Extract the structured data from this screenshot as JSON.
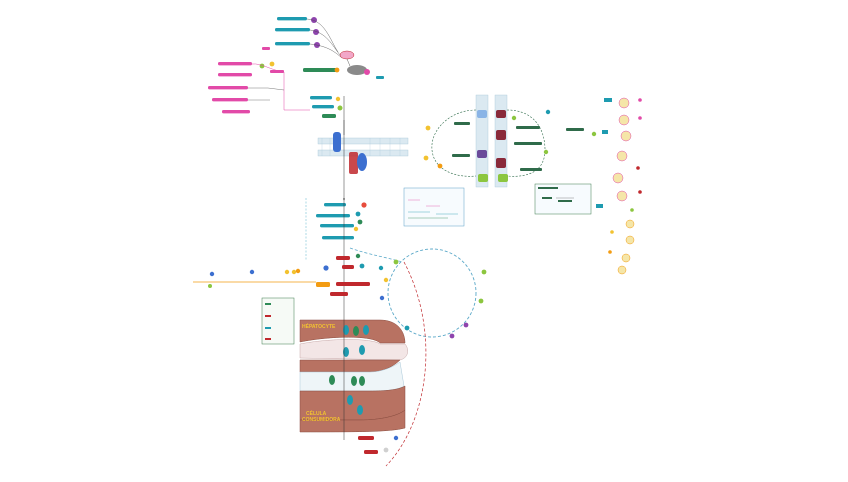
{
  "labels": {
    "hepatocyte": "HÉPATOCYTE",
    "target_cell_1": "CÉLULA",
    "target_cell_2": "CONSUMIDORA"
  },
  "colors": {
    "teal": "#1e9bb0",
    "magenta": "#e24aa8",
    "red": "#c0282d",
    "green": "#2e8b57",
    "orange": "#f39c12",
    "purple": "#8e44ad",
    "dark_green": "#2f6b4a",
    "membrane": "#c7dbe6",
    "tissue": "#b87262",
    "cycle": "#5aa8c8"
  }
}
